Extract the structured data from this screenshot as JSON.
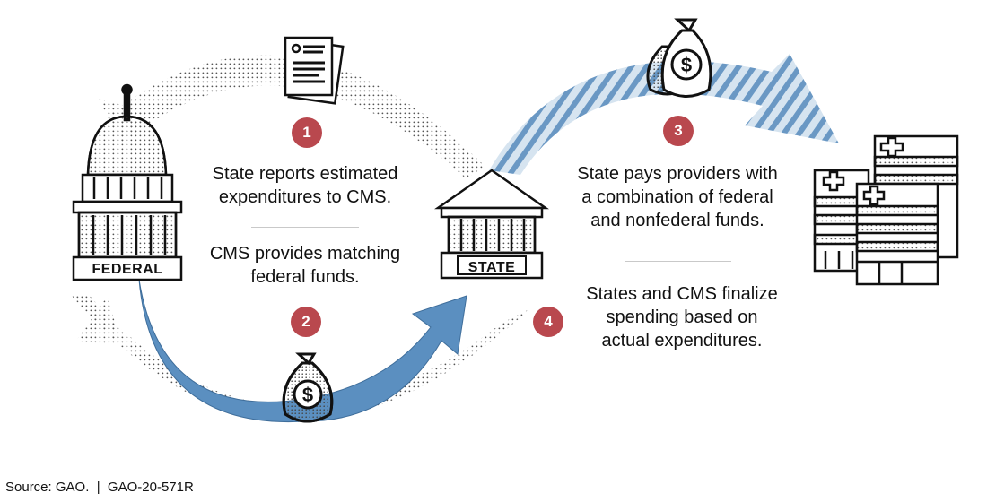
{
  "colors": {
    "blue_arrow": "#5b8fc0",
    "hatch_light": "#c9dbea",
    "hatch_stroke": "#5b8fc0",
    "step_badge": "#b9484e",
    "stipple": "#555555",
    "ink": "#111111"
  },
  "icons": [
    "capitol-icon",
    "state-building-icon",
    "report-document-icon",
    "money-bag-icon",
    "medical-bill-icon"
  ],
  "federal_label": "FEDERAL",
  "state_label": "STATE",
  "steps": [
    {
      "number": "1",
      "text_lines": [
        "State reports estimated",
        "expenditures to CMS."
      ]
    },
    {
      "number": "2",
      "text_lines": [
        "CMS provides matching",
        "federal funds."
      ]
    },
    {
      "number": "3",
      "text_lines": [
        "State pays providers with",
        "a combination of federal",
        "and nonfederal funds."
      ]
    },
    {
      "number": "4",
      "text_lines": [
        "States and CMS finalize",
        "spending based on",
        "actual expenditures."
      ]
    }
  ],
  "source": "Source: GAO.  |  GAO-20-571R"
}
